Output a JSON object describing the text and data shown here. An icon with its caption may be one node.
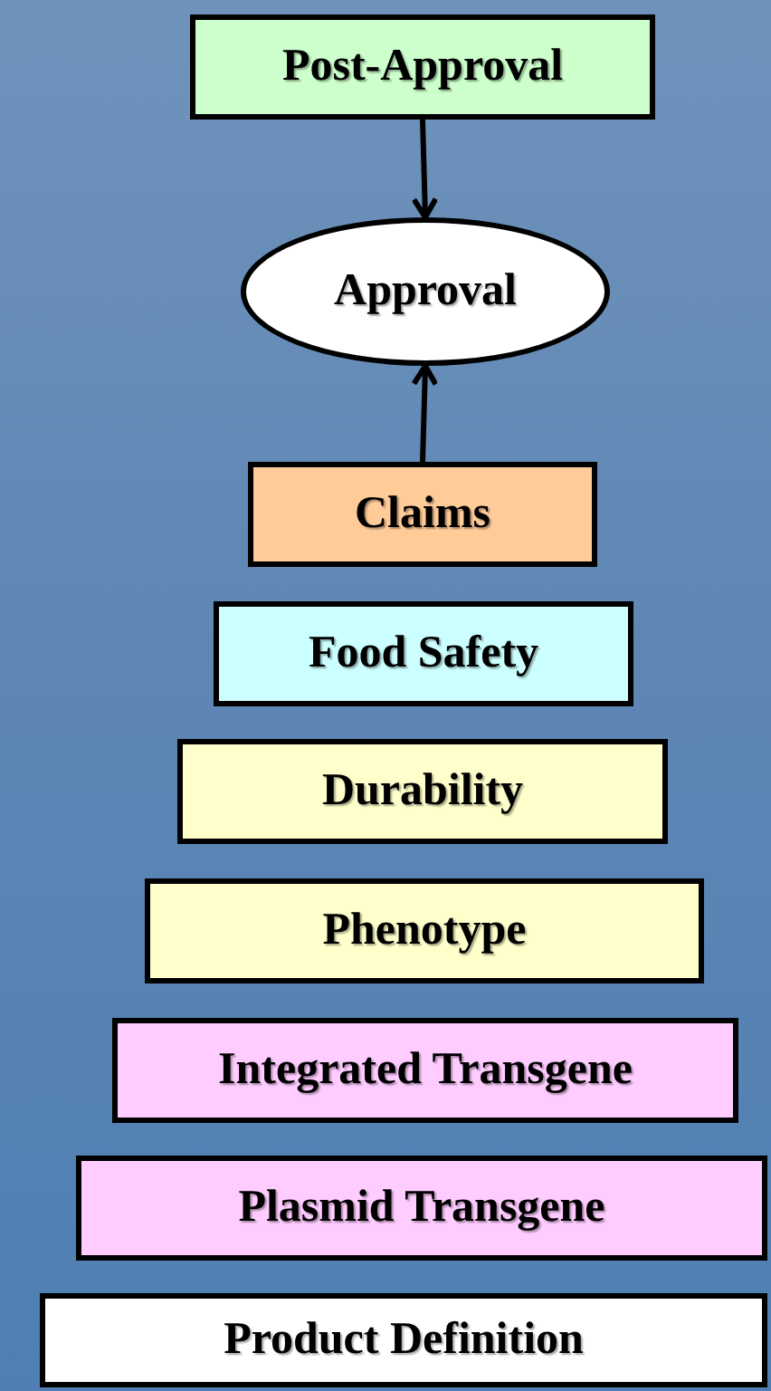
{
  "diagram": {
    "nodes": [
      {
        "text": [
          "Post-Approval"
        ]
      },
      {
        "text": [
          "Approval"
        ]
      },
      {
        "text": [
          "Claims"
        ]
      },
      {
        "text": [
          "Food Safety"
        ]
      },
      {
        "text": [
          "Durability"
        ]
      },
      {
        "text": [
          "Phenotype"
        ]
      },
      {
        "text": [
          "Integrated Transgene"
        ]
      },
      {
        "text": [
          "Plasmid Transgene"
        ]
      },
      {
        "text": [
          "Product Definition"
        ]
      }
    ],
    "edges": [
      {
        "from": 0,
        "to": 1,
        "arrow": "to"
      },
      {
        "from": 2,
        "to": 1,
        "arrow": "to"
      }
    ]
  }
}
